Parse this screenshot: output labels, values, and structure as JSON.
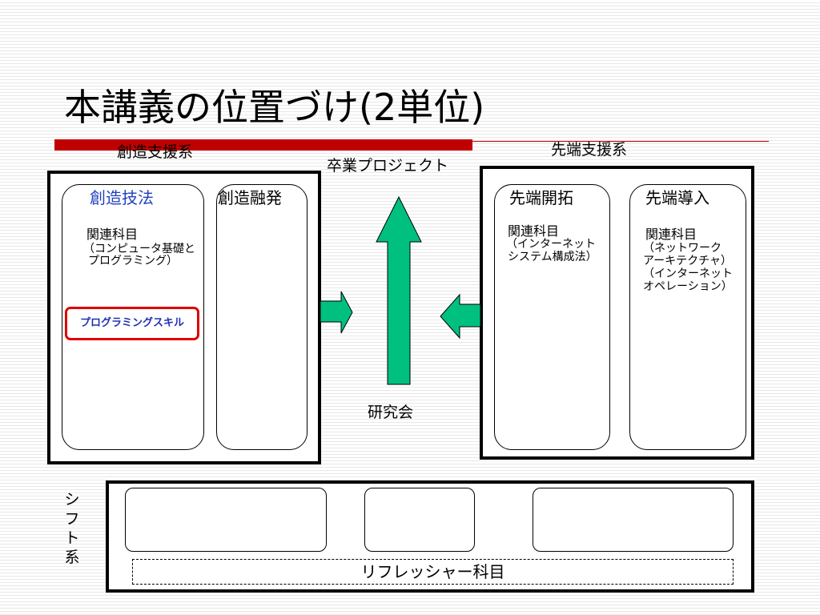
{
  "title": "本講義の位置づけ(2単位)",
  "labels": {
    "souzou_shien": "創造支援系",
    "sotsugyo_project": "卒業プロジェクト",
    "sentan_shien": "先端支援系",
    "kenkyukai": "研究会",
    "shift_kei": [
      "シ",
      "フ",
      "ト",
      "系"
    ],
    "refresher": "リフレッシャー科目"
  },
  "left_panel": {
    "col1": {
      "title": "創造技法",
      "subject_heading": "関連科目",
      "subject_lines": [
        "（コンピュータ基礎と",
        "プログラミング）"
      ],
      "highlight": "プログラミングスキル"
    },
    "col2": {
      "title": "創造融発"
    }
  },
  "right_panel": {
    "col1": {
      "title": "先端開拓",
      "subject_heading": "関連科目",
      "subject_lines": [
        "（インターネット",
        "システム構成法）"
      ]
    },
    "col2": {
      "title": "先端導入",
      "subject_heading": "関連科目",
      "subject_lines": [
        "（ネットワーク",
        "アーキテクチャ）",
        "（インターネット",
        "オペレーション）"
      ]
    }
  },
  "colors": {
    "title_bar": "#c00000",
    "arrow_fill": "#00c080",
    "highlight_border": "#e00000",
    "highlight_text": "#1f2fb5",
    "column_title_blue": "#1f3fbf"
  }
}
